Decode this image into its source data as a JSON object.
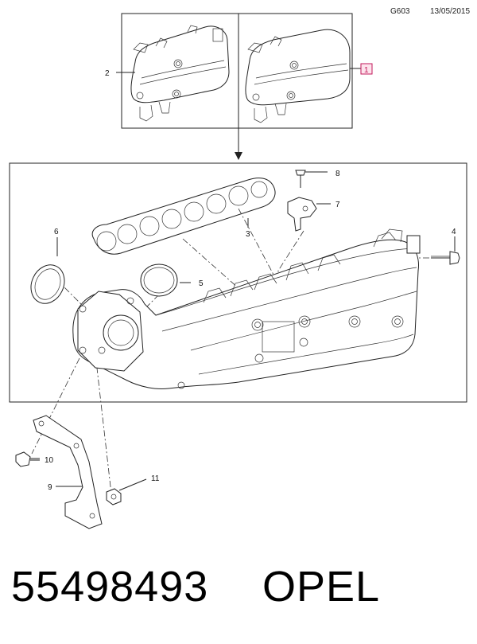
{
  "header": {
    "page_code": "G603",
    "date": "13/05/2015"
  },
  "callouts": {
    "c1": "1",
    "c2": "2",
    "c3": "3",
    "c4": "4",
    "c5": "5",
    "c6": "6",
    "c7": "7",
    "c8": "8",
    "c9": "9",
    "c10": "10",
    "c11": "11"
  },
  "footer": {
    "part_number": "55498493",
    "brand": "OPEL"
  },
  "colors": {
    "highlight": "#c2185b",
    "highlight_fill": "#fde3ec"
  }
}
